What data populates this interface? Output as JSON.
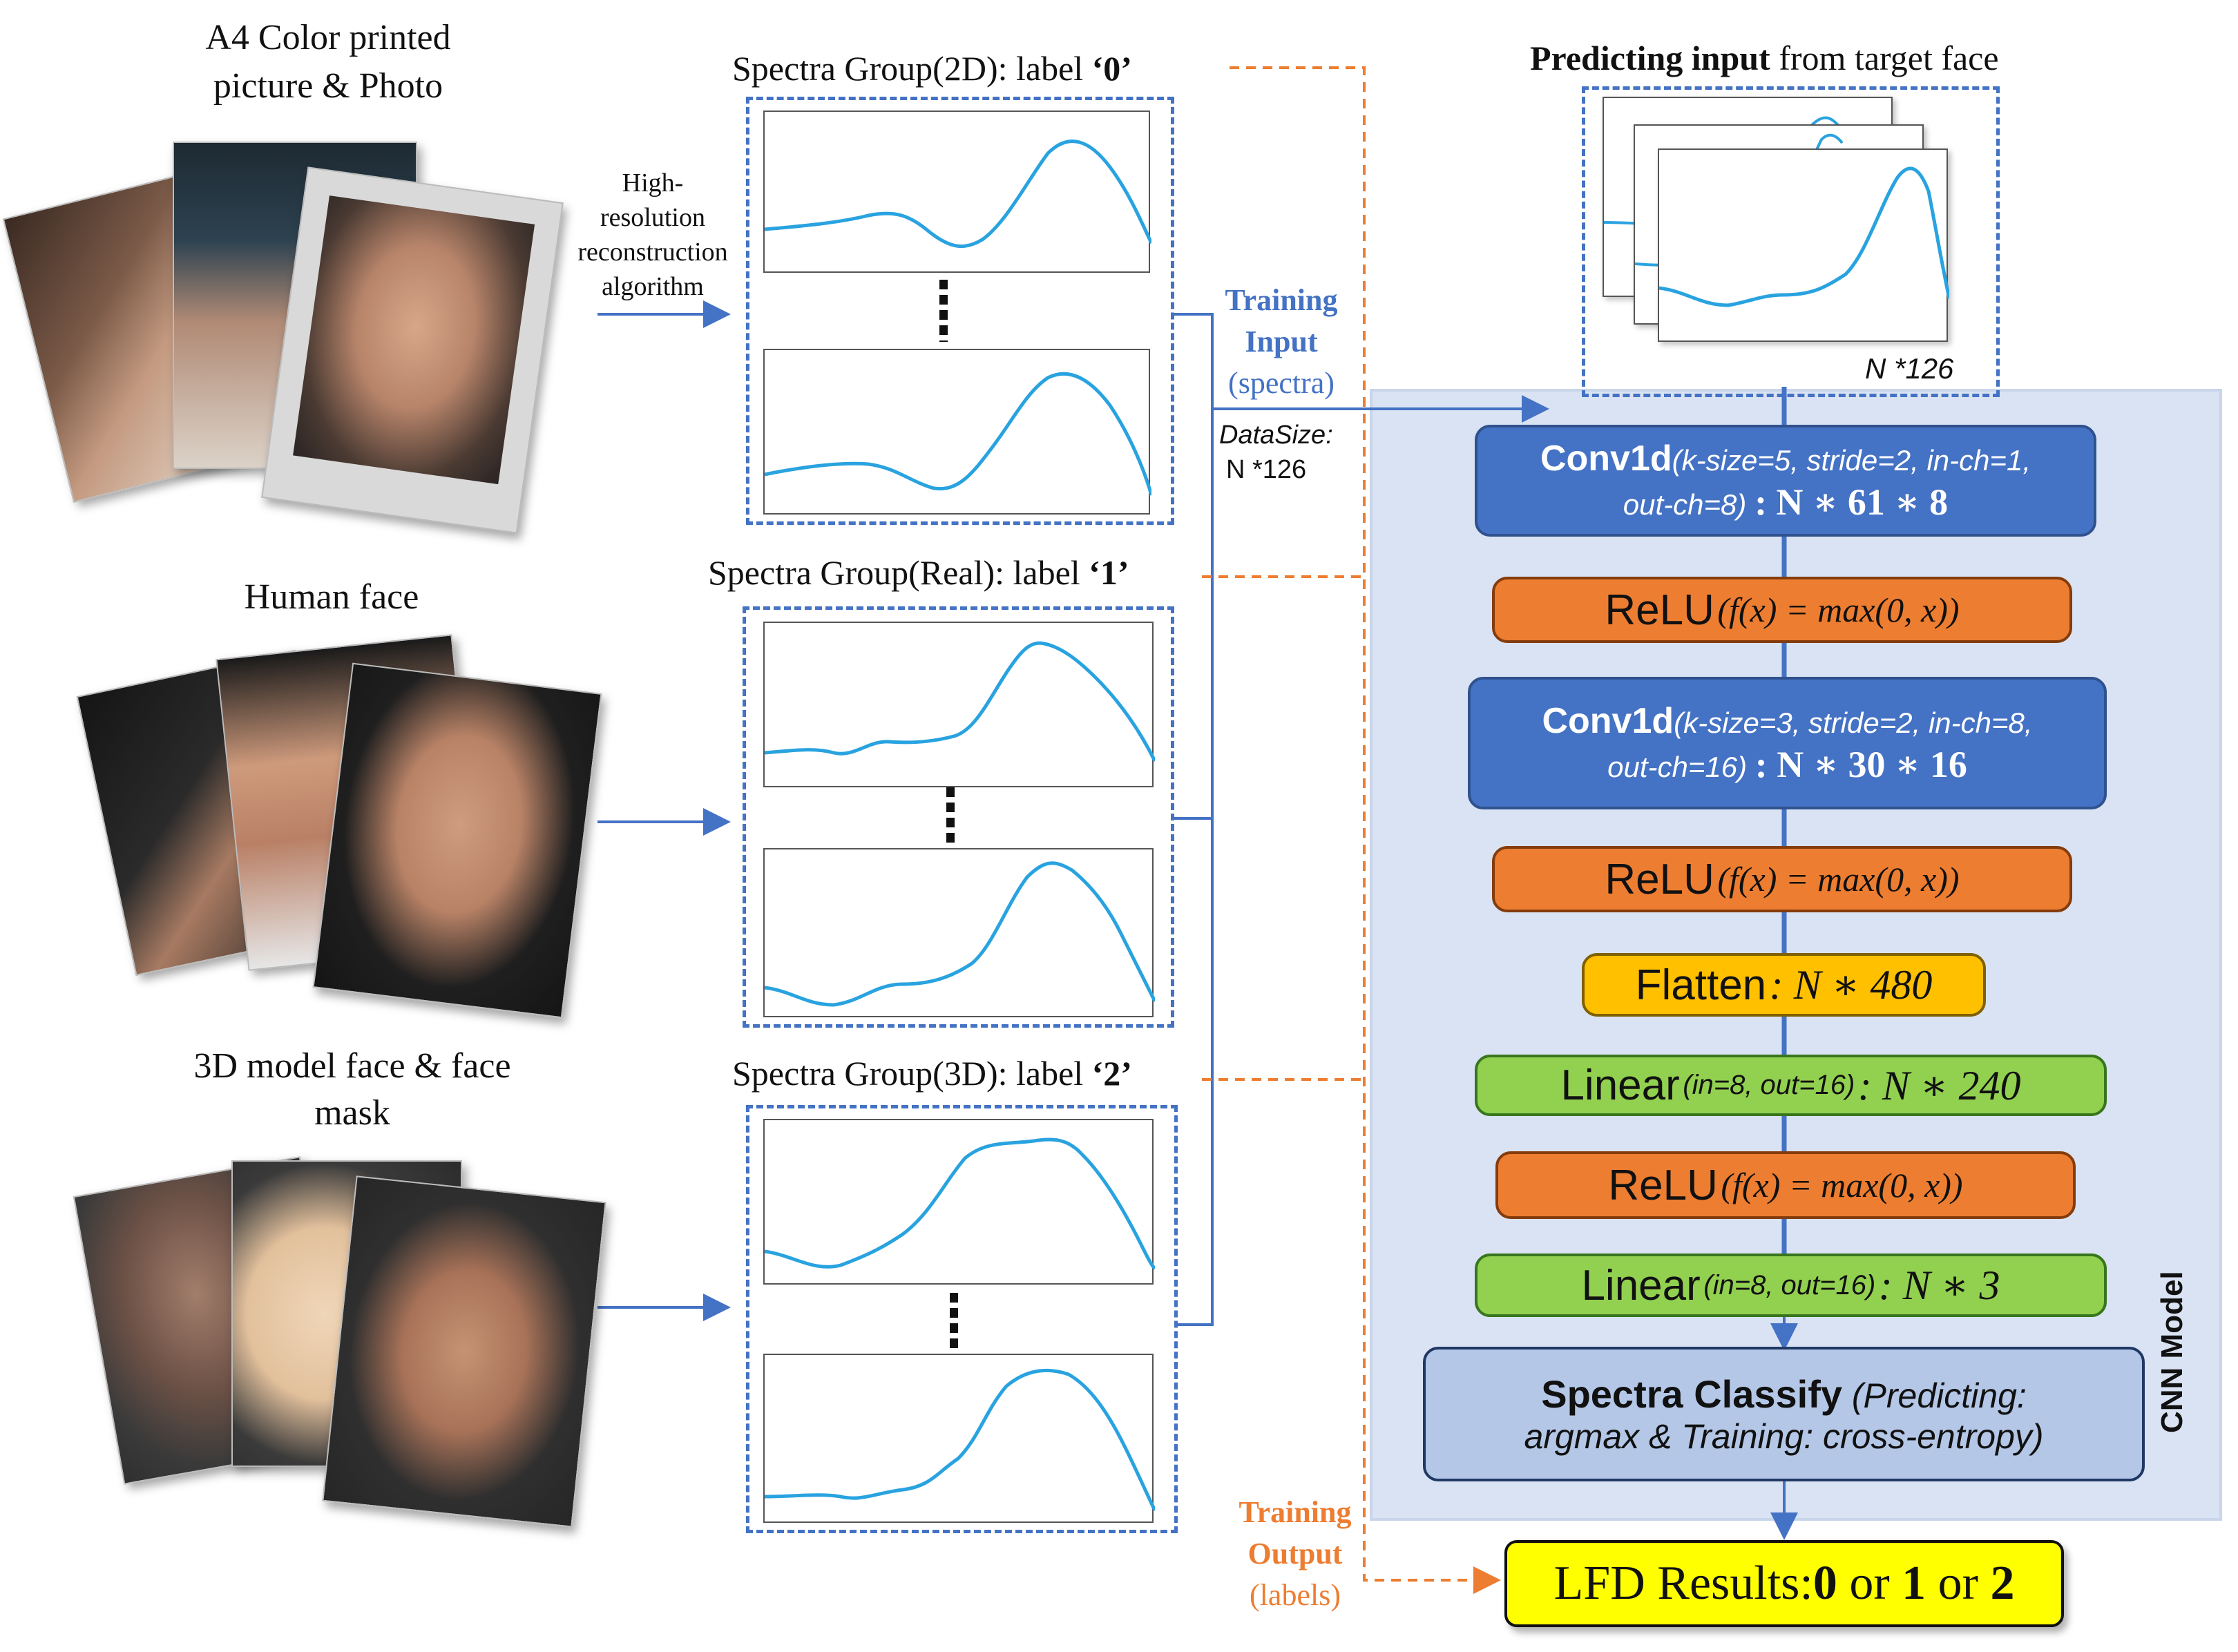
{
  "colors": {
    "dash_blue": "#4472c4",
    "orange": "#ed7d31",
    "panel_bg": "#dae3f3",
    "conv_fill": "#4472c4",
    "relu_fill": "#ed7d31",
    "flatten_fill": "#ffc000",
    "linear_fill": "#92d050",
    "classify_fill": "#b4c7e7",
    "result_fill": "#ffff00",
    "curve": "#29a3e0"
  },
  "left": {
    "group1_title_line1": "A4 Color printed",
    "group1_title_line2": "picture & Photo",
    "group2_title": "Human face",
    "group3_title_line1": "3D model face & face",
    "group3_title_line2": "mask",
    "algorithm_line1": "High-",
    "algorithm_line2": "resolution",
    "algorithm_line3": "reconstruction",
    "algorithm_line4": "algorithm"
  },
  "spectra_groups": [
    {
      "title_prefix": "Spectra Group(2D): label ",
      "label": "‘0’"
    },
    {
      "title_prefix": "Spectra Group(Real): label ",
      "label": "‘1’"
    },
    {
      "title_prefix": "Spectra Group(3D): label ",
      "label": "‘2’"
    }
  ],
  "training": {
    "input_line1": "Training",
    "input_line2": "Input",
    "input_line3": "(spectra)",
    "datasize_label": "DataSize:",
    "datasize_value": "N *126",
    "output_line1": "Training",
    "output_line2": "Output",
    "output_line3": "(labels)"
  },
  "predict": {
    "title_bold": "Predicting input",
    "title_rest": " from target face",
    "size": "N *126"
  },
  "cnn": {
    "panel_label": "CNN Model",
    "conv1_name": "Conv1d",
    "conv1_params_a": "(k-size=5, stride=2, in-ch=1,",
    "conv1_params_b": "out-ch=8)",
    "conv1_shape": ": N ∗ 61 ∗ 8",
    "relu_name": "ReLU",
    "relu_formula": "(f(x) = max(0, x))",
    "conv2_name": "Conv1d",
    "conv2_params_a": "(k-size=3, stride=2, in-ch=8,",
    "conv2_params_b": "out-ch=16)",
    "conv2_shape": ": N ∗ 30 ∗ 16",
    "flatten_name": "Flatten",
    "flatten_shape": ": N ∗ 480",
    "linear1_name": "Linear",
    "linear1_params": "(in=8, out=16)",
    "linear1_shape": ": N ∗ 240",
    "linear2_name": "Linear",
    "linear2_params": "(in=8, out=16)",
    "linear2_shape": ": N ∗ 3",
    "classify_name": "Spectra Classify",
    "classify_line1_rest": " (Predicting:",
    "classify_line2": "argmax & Training: cross-entropy)"
  },
  "result": {
    "prefix": "LFD Results: ",
    "v0": "0",
    "or1": " or ",
    "v1": "1",
    "or2": " or ",
    "v2": "2"
  }
}
